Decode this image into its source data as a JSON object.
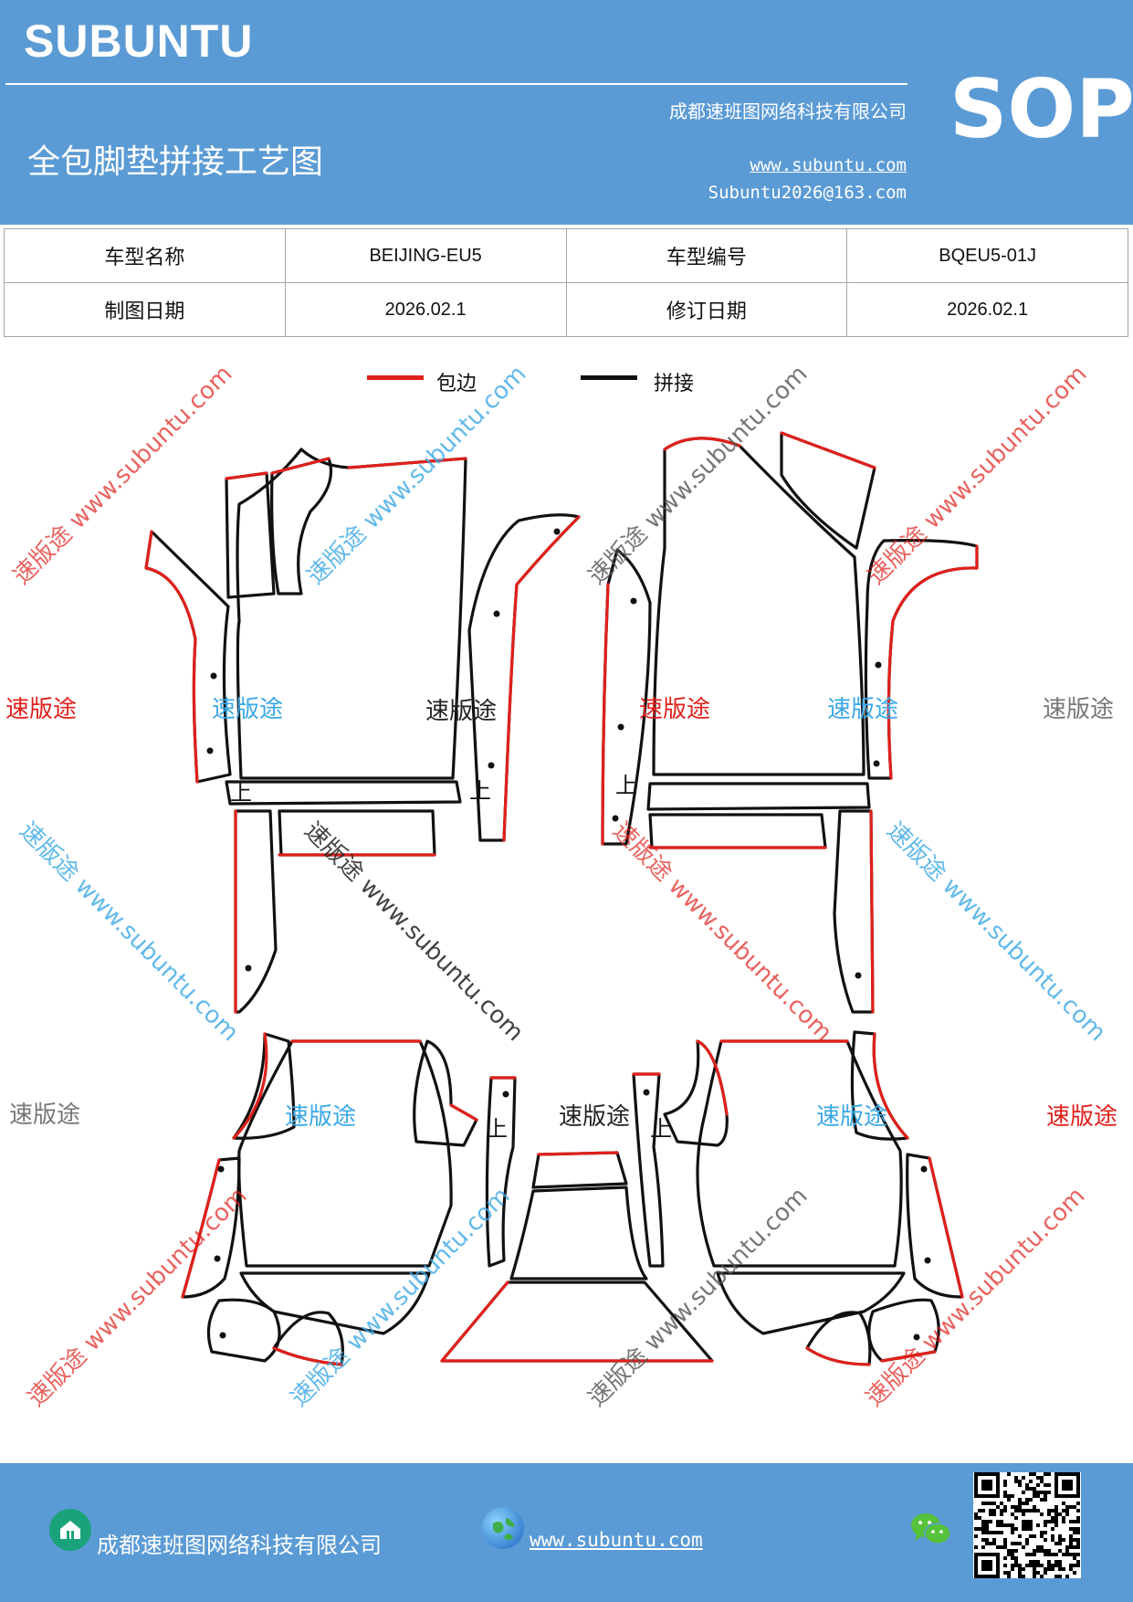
{
  "header": {
    "brand": "SUBUNTU",
    "tag": "SOP",
    "title": "全包脚垫拼接工艺图",
    "company": "成都速班图网络科技有限公司",
    "website": "www.subuntu.com",
    "email": "Subuntu2026@163.com",
    "background_color": "#5b9bd5"
  },
  "info_table": {
    "model_name_label": "车型名称",
    "model_name_value": "BEIJING-EU5",
    "model_code_label": "车型编号",
    "model_code_value": "BQEU5-01J",
    "draw_date_label": "制图日期",
    "draw_date_value": "2026.02.1",
    "revise_date_label": "修订日期",
    "revise_date_value": "2026.02.1"
  },
  "legend": {
    "edge_label": "包边",
    "edge_color": "#e0201b",
    "seam_label": "拼接",
    "seam_color": "#111111"
  },
  "diagram": {
    "up_marker": "上"
  },
  "watermarks": {
    "brand": "速版途",
    "diagonal": "速版途 www.subuntu.com"
  },
  "footer": {
    "company": "成都速班图网络科技有限公司",
    "website": "www.subuntu.com",
    "home_icon": "home-icon",
    "globe_icon": "globe-icon",
    "wechat_icon": "wechat-icon"
  }
}
